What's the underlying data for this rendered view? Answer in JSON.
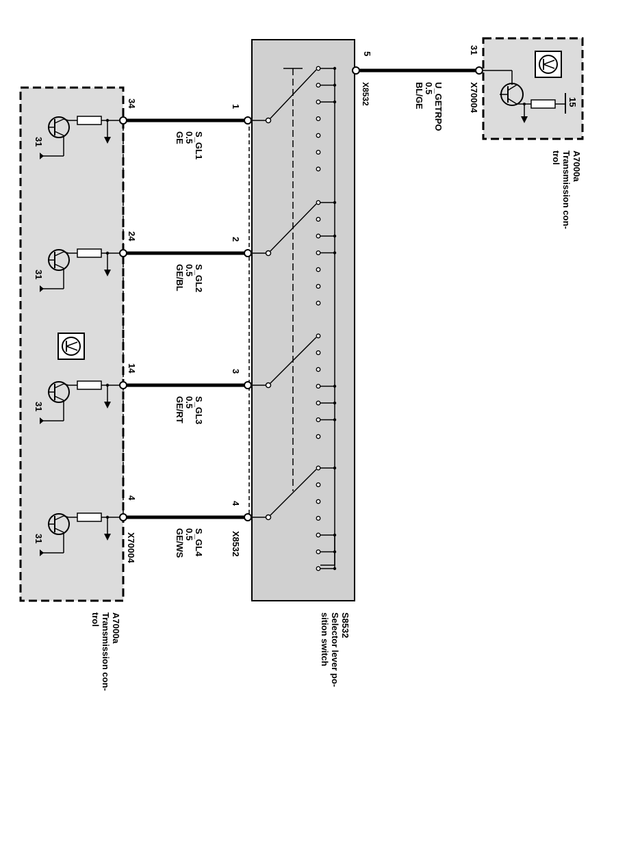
{
  "modules": {
    "left": {
      "id": "A7000a",
      "name_line1": "Transmission con-",
      "name_line2": "trol",
      "connector": "X70004"
    },
    "right": {
      "id": "A7000a",
      "name_line1": "Transmission con-",
      "name_line2": "trol",
      "connector": "X70004",
      "pin": "31",
      "supply_pin": "15"
    },
    "switch": {
      "id": "S8532",
      "name_line1": "Selector lever po-",
      "name_line2": "sition switch",
      "connector": "X8532",
      "connector_right": "X8532",
      "pin_right": "5"
    }
  },
  "ground_label": "31",
  "right_wire": {
    "signal": "U_GETRPO",
    "gauge": "0.5",
    "color": "BL/GE"
  },
  "wires": [
    {
      "module_pin": "34",
      "switch_pin": "1",
      "signal": "S_GL1",
      "gauge": "0.5",
      "color": "GE"
    },
    {
      "module_pin": "24",
      "switch_pin": "2",
      "signal": "S_GL2",
      "gauge": "0.5",
      "color": "GE/BL"
    },
    {
      "module_pin": "14",
      "switch_pin": "3",
      "signal": "S_GL3",
      "gauge": "0.5",
      "color": "GE/RT"
    },
    {
      "module_pin": "4",
      "switch_pin": "4",
      "signal": "S_GL4",
      "gauge": "0.5",
      "color": "GE/WS"
    }
  ],
  "colors": {
    "module_fill": "#dcdcdc",
    "switch_fill": "#d0d0d0",
    "line": "#000000"
  }
}
